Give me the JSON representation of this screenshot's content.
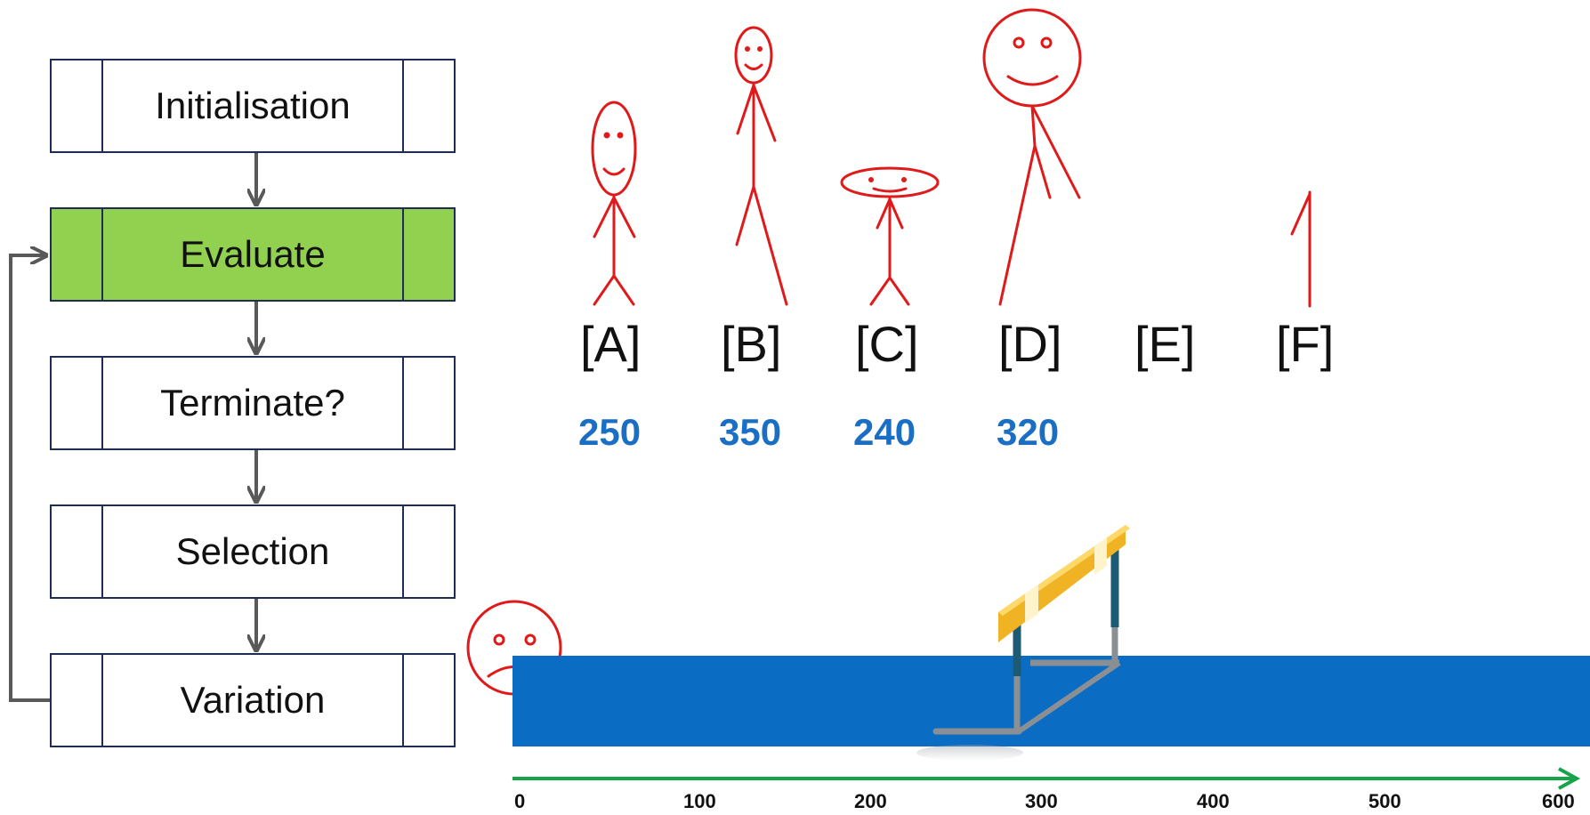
{
  "flowchart": {
    "steps": [
      {
        "label": "Initialisation"
      },
      {
        "label": "Evaluate"
      },
      {
        "label": "Terminate?"
      },
      {
        "label": "Selection"
      },
      {
        "label": "Variation"
      }
    ],
    "active_step": "Evaluate"
  },
  "individuals": [
    {
      "id": "[A]",
      "score": "250"
    },
    {
      "id": "[B]",
      "score": "350"
    },
    {
      "id": "[C]",
      "score": "240"
    },
    {
      "id": "[D]",
      "score": "320"
    },
    {
      "id": "[E]",
      "score": ""
    },
    {
      "id": "[F]",
      "score": ""
    }
  ],
  "axis": {
    "ticks": [
      "0",
      "100",
      "200",
      "300",
      "400",
      "500",
      "600"
    ]
  },
  "colors": {
    "active_step": "#92d050",
    "figure_stroke": "#e01a1a",
    "score_text": "#1a6fc4",
    "track": "#0a6cc3",
    "axis": "#17a34a"
  }
}
